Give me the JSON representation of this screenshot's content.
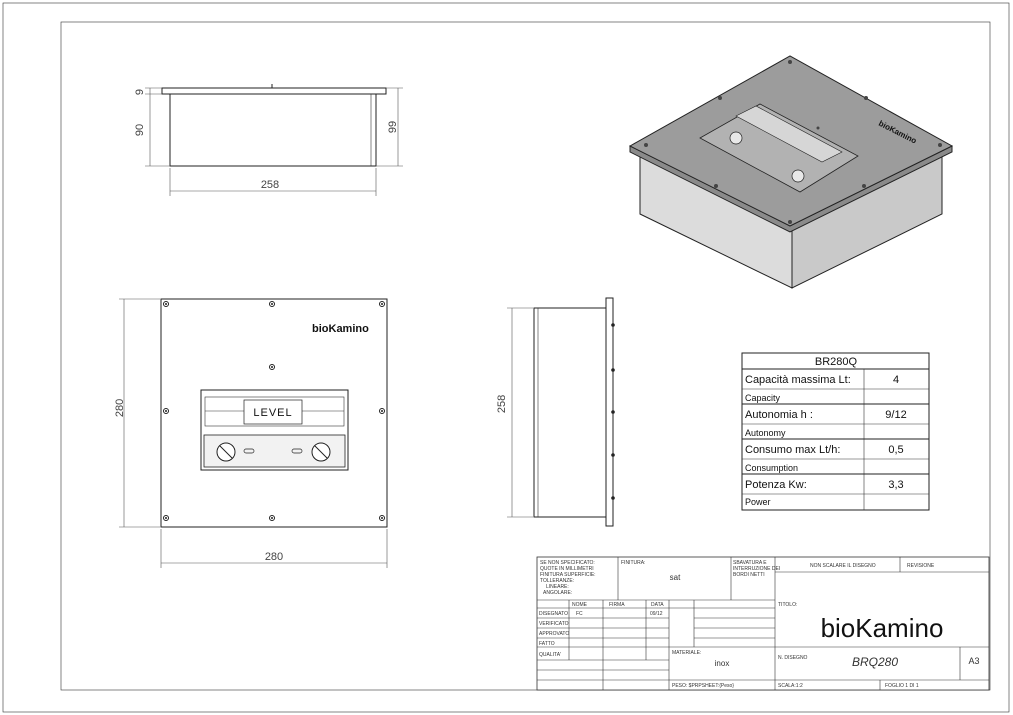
{
  "dimensions": {
    "top_flange": "9",
    "side_height": "90",
    "total_height": "99",
    "front_width": "258",
    "plan_height": "280",
    "plan_width": "280",
    "side_height_right": "258"
  },
  "logo": {
    "text": "bioKamino"
  },
  "burner": {
    "label": "LEVEL"
  },
  "spec_table": {
    "title": "BR280Q",
    "rows": [
      {
        "label": "Capacità massima Lt:",
        "sub": "Capacity",
        "value": "4"
      },
      {
        "label": "Autonomia h :",
        "sub": "Autonomy",
        "value": "9/12"
      },
      {
        "label": "Consumo max Lt/h:",
        "sub": "Consumption",
        "value": "0,5"
      },
      {
        "label": "Potenza Kw:",
        "sub": "Power",
        "value": "3,3"
      }
    ]
  },
  "title_block": {
    "general_notes": [
      "SE NON SPECIFICATO:",
      "QUOTE IN MILLIMETRI",
      "FINITURA SUPERFICIE:",
      "TOLLERANZE:",
      "LINEARE:",
      "ANGOLARE:"
    ],
    "finish_label": "FINITURA:",
    "finish_value": "sat",
    "deburr_note": [
      "SBAVATURA E",
      "INTERRUZIONE DEI",
      "BORDI NETTI"
    ],
    "no_scale": "NON SCALARE IL DISEGNO",
    "revision_label": "REVISIONE",
    "headers": [
      "NOME",
      "FIRMA",
      "DATA"
    ],
    "roles": [
      "DISEGNATO",
      "VERIFICATO",
      "APPROVATO",
      "FATTO",
      "QUALITA'"
    ],
    "drawn_by": "FC",
    "drawn_date": "09/12",
    "material_label": "MATERIALE:",
    "material_value": "inox",
    "weight": "PESO: $PRPSHEET:{Peso}",
    "title_label": "TITOLO:",
    "title_value": "bioKamino",
    "drawing_no_label": "N. DISEGNO",
    "drawing_no": "BRQ280",
    "sheet_size": "A3",
    "scale": "SCALA:1:2",
    "sheet": "FOGLIO 1 DI 1"
  }
}
